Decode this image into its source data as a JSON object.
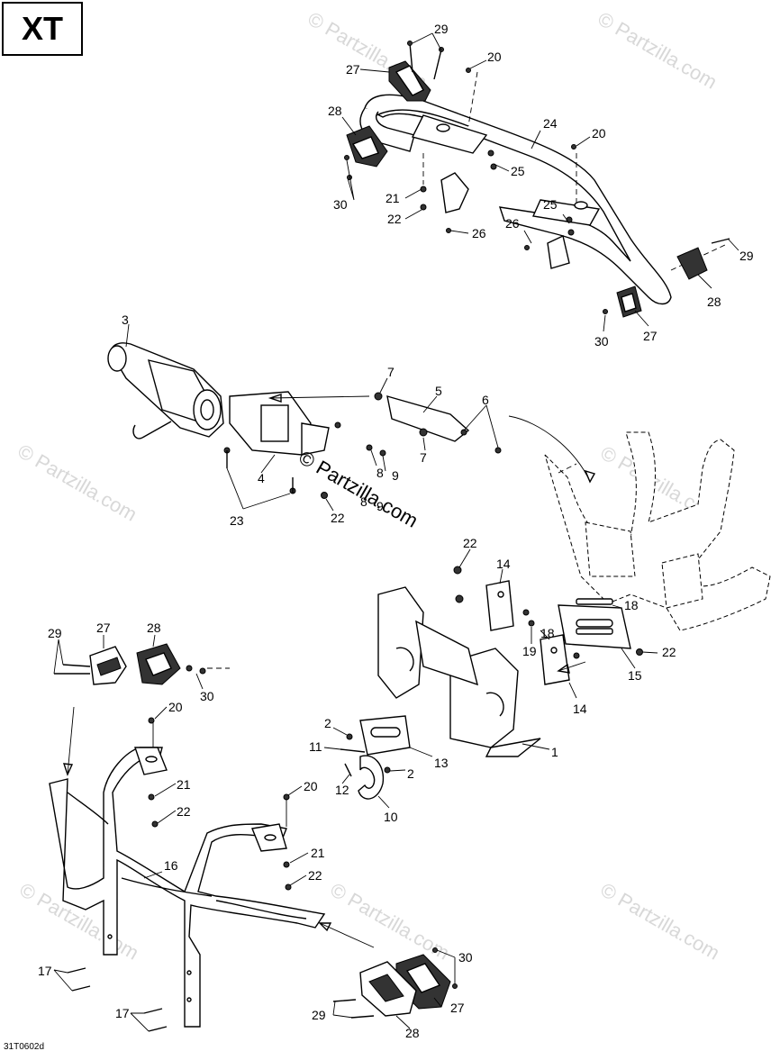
{
  "header": {
    "model_label": "XT"
  },
  "footer": {
    "doc_code": "31T0602d"
  },
  "watermark": {
    "text": "© Partzilla.com"
  },
  "callouts": {
    "c1": "1",
    "c2a": "2",
    "c2b": "2",
    "c3": "3",
    "c4": "4",
    "c5": "5",
    "c6": "6",
    "c7a": "7",
    "c7b": "7",
    "c8a": "8",
    "c8b": "8",
    "c9a": "9",
    "c9b": "9",
    "c10": "10",
    "c11": "11",
    "c12": "12",
    "c13": "13",
    "c14a": "14",
    "c14b": "14",
    "c15": "15",
    "c16": "16",
    "c17a": "17",
    "c17b": "17",
    "c18a": "18",
    "c18b": "18",
    "c19": "19",
    "c20a": "20",
    "c20b": "20",
    "c20c": "20",
    "c20d": "20",
    "c21a": "21",
    "c21b": "21",
    "c21c": "21",
    "c22a": "22",
    "c22b": "22",
    "c22c": "22",
    "c22d": "22",
    "c22e": "22",
    "c22f": "22",
    "c23": "23",
    "c24": "24",
    "c25a": "25",
    "c25b": "25",
    "c26a": "26",
    "c26b": "26",
    "c27a": "27",
    "c27b": "27",
    "c27c": "27",
    "c27d": "27",
    "c28a": "28",
    "c28b": "28",
    "c28c": "28",
    "c28d": "28",
    "c29a": "29",
    "c29b": "29",
    "c29c": "29",
    "c29d": "29",
    "c30a": "30",
    "c30b": "30",
    "c30c": "30",
    "c30d": "30"
  }
}
